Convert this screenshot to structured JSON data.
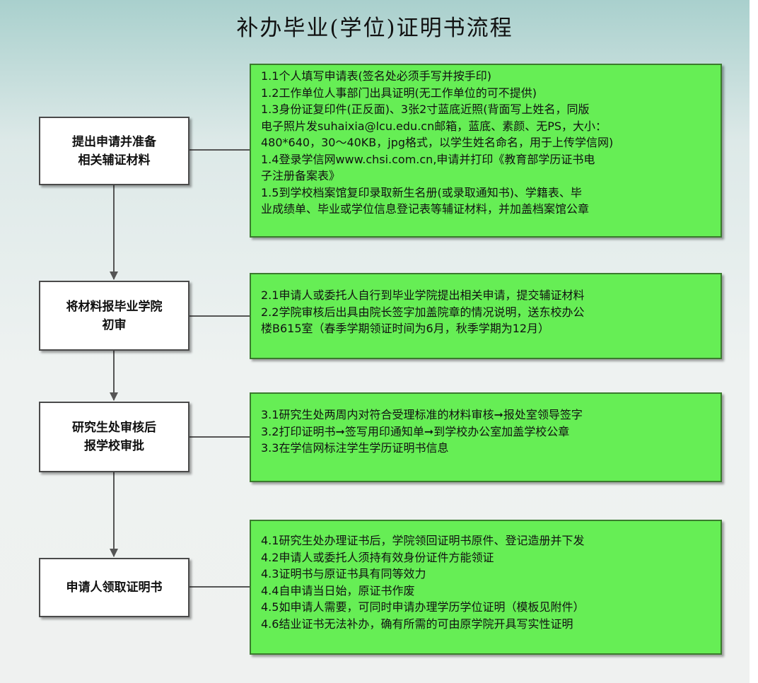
{
  "title": "补办毕业(学位)证明书流程",
  "steps": [
    {
      "name": [
        "提出申请并准备",
        "相关辅证材料"
      ],
      "details": [
        "1.1个人填写申请表(签名处必须手写并按手印)",
        "1.2工作单位人事部门出具证明(无工作单位的可不提供)",
        "1.3身份证复印件(正反面)、3张2寸蓝底近照(背面写上姓名，同版",
        "电子照片发suhaixia@lcu.edu.cn邮箱，蓝底、素颜、无PS，大小：",
        "480*640，30～40KB，jpg格式，以学生姓名命名，用于上传学信网)",
        "1.4登录学信网www.chsi.com.cn,申请并打印《教育部学历证书电",
        "子注册备案表》",
        "1.5到学校档案馆复印录取新生名册(或录取通知书)、学籍表、毕",
        "业成绩单、毕业或学位信息登记表等辅证材料，并加盖档案馆公章"
      ]
    },
    {
      "name": [
        "将材料报毕业学院",
        "初审"
      ],
      "details": [
        "2.1申请人或委托人自行到毕业学院提出相关申请，提交辅证材料",
        "2.2学院审核后出具由院长签字加盖院章的情况说明，送东校办公",
        "楼B615室（春季学期领证时间为6月，秋季学期为12月）"
      ]
    },
    {
      "name": [
        "研究生处审核后",
        "报学校审批"
      ],
      "details": [
        "3.1研究生处两周内对符合受理标准的材料审核➞报处室领导签字",
        "3.2打印证明书➞签写用印通知单➞到学校办公室加盖学校公章",
        "3.3在学信网标注学生学历证明书信息"
      ]
    },
    {
      "name": [
        "申请人领取证明书"
      ],
      "details": [
        "4.1研究生处办理证书后，学院领回证明书原件、登记造册并下发",
        "4.2申请人或委托人须持有效身份证件方能领证",
        "4.3证明书与原证书具有同等效力",
        "4.4自申请当日始，原证书作废",
        "4.5如申请人需要，可同时申请办理学历学位证明（模板见附件）",
        "4.6结业证书无法补办，确有所需的可由原学院开具写实性证明"
      ]
    }
  ],
  "colors": {
    "panel_fill": "#66ee55",
    "panel_border": "#3b7a2e",
    "stage_fill": "#ffffff",
    "connector": "#555555"
  }
}
